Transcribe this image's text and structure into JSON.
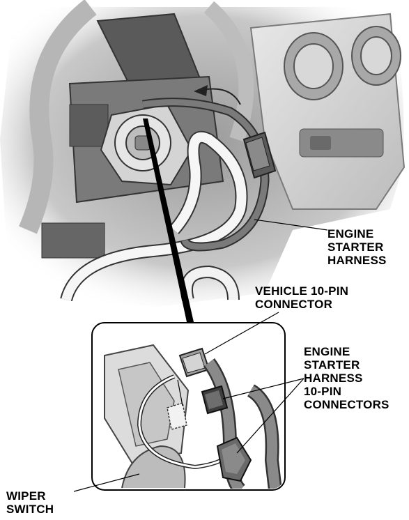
{
  "labels": {
    "engine_starter_harness": "ENGINE\nSTARTER\nHARNESS",
    "vehicle_connector": "VEHICLE 10-PIN\nCONNECTOR",
    "harness_connectors": "ENGINE\nSTARTER\nHARNESS\n10-PIN\nCONNECTORS",
    "wiper_switch": "WIPER\nSWITCH"
  },
  "icons": [
    "steering-column",
    "ignition-switch",
    "dashboard-knob",
    "harness-connector"
  ],
  "colors": {
    "dark_panel": "#6e6e6e",
    "light_panel": "#d9d9d9",
    "wire_dark": "#4a4a4a",
    "wire_light": "#f4f4f4"
  }
}
